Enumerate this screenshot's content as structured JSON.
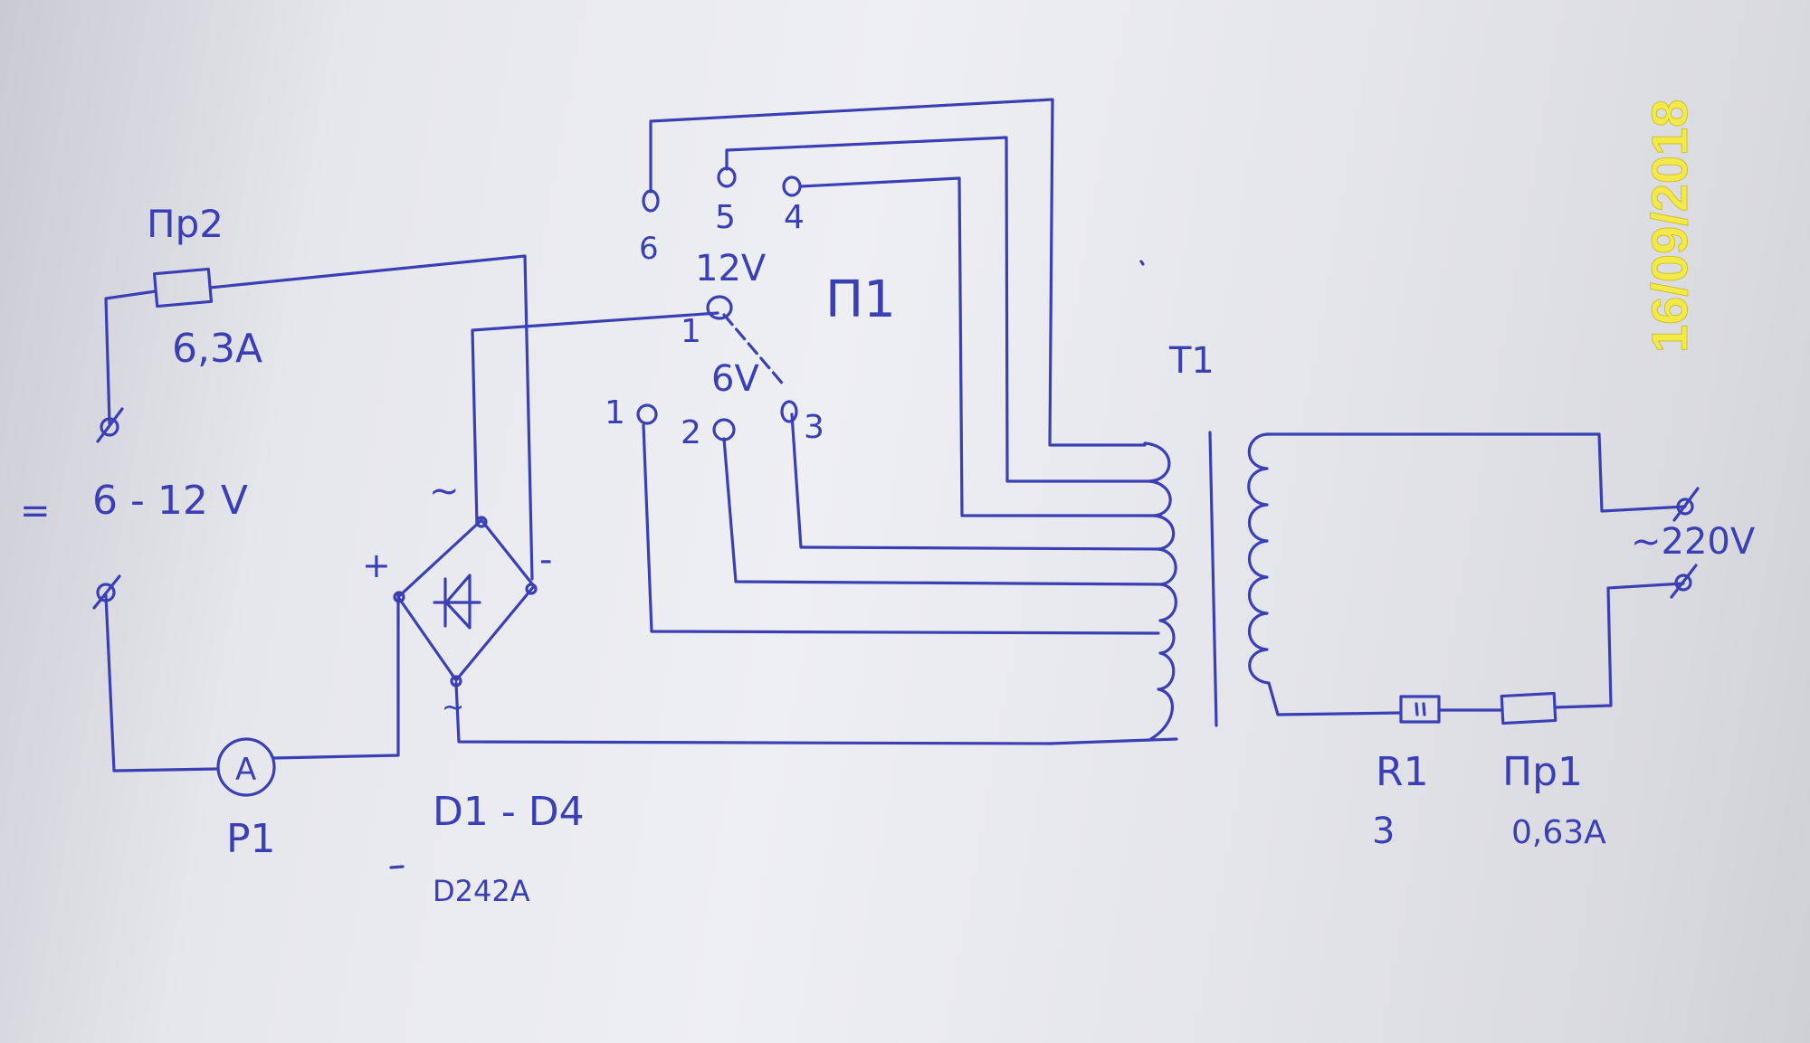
{
  "labels": {
    "fuse2_name": "Пр2",
    "fuse2_rating": "6,3А",
    "output_voltage": "6 - 12 V",
    "dc_symbol": "=",
    "plus": "+",
    "minus": "-",
    "ac_symbol": "~",
    "ammeter_symbol": "A",
    "ammeter_name": "P1",
    "bridge_name": "D1 - D4",
    "bridge_type": "D242A",
    "switch_name": "П1",
    "switch_12v": "12V",
    "switch_6v": "6V",
    "switch_common": "1",
    "contact_1": "1",
    "contact_2": "2",
    "contact_3": "3",
    "contact_4": "4",
    "contact_5": "5",
    "contact_6": "6",
    "transformer_name": "T1",
    "mains_voltage": "~220V",
    "resistor_name": "R1",
    "resistor_value": "3",
    "fuse1_name": "Пр1",
    "fuse1_rating": "0,63А"
  },
  "date_stamp": "16/09/2018",
  "colors": {
    "ink": "#3a3fb4",
    "stamp": "#f3ea4a"
  }
}
